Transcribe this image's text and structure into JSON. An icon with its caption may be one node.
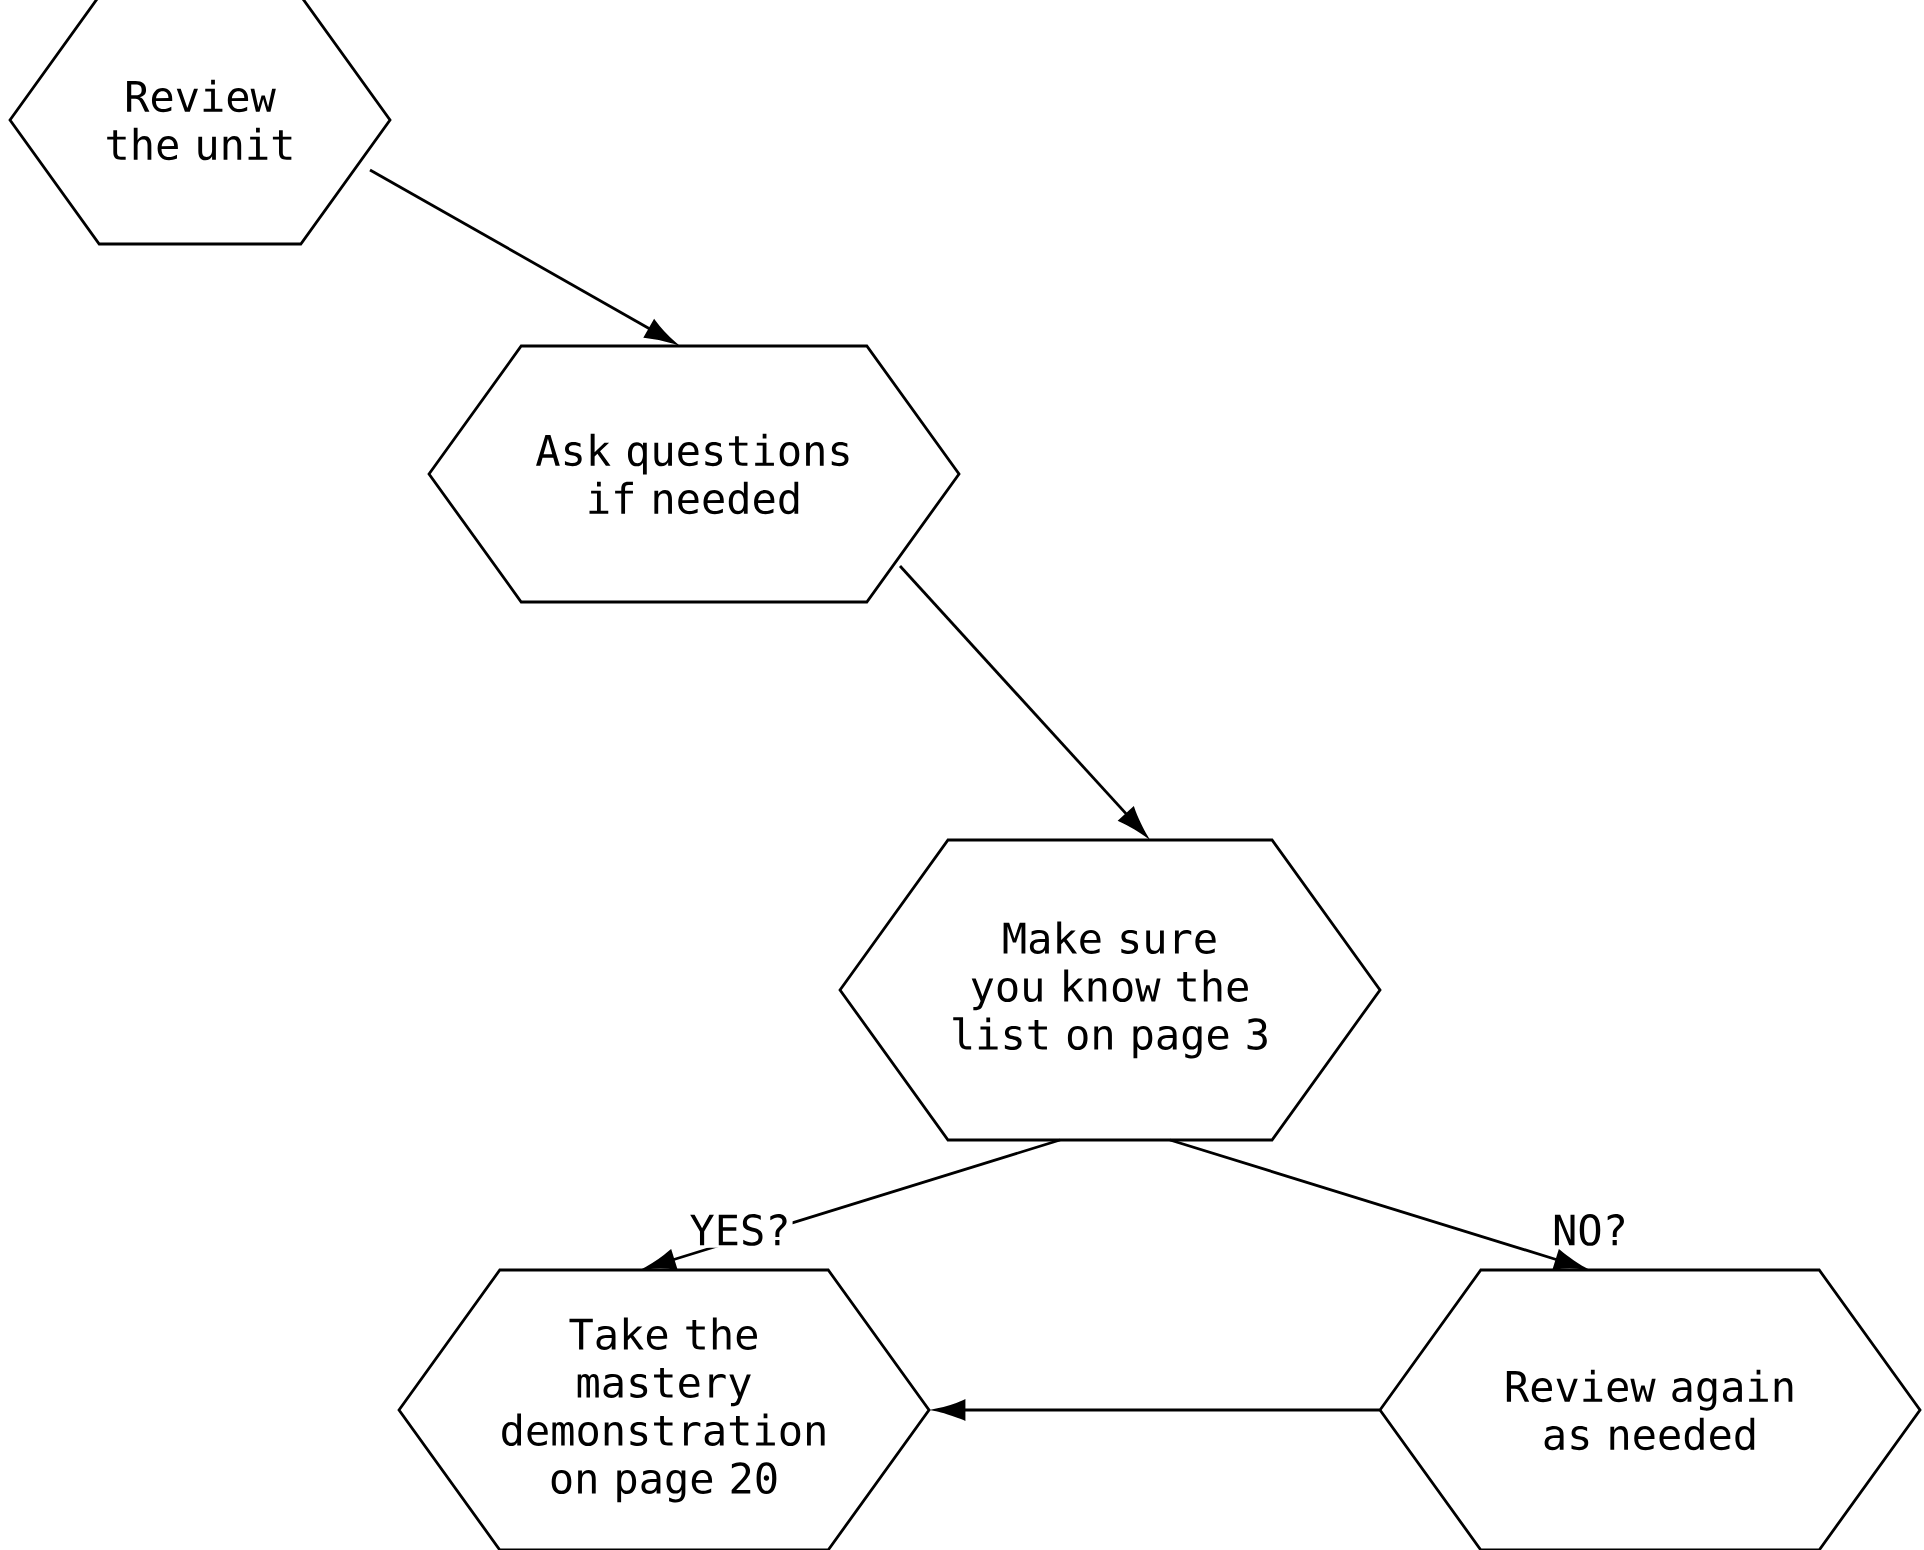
{
  "diagram": {
    "nodes": [
      {
        "text": [
          "Review the unit"
        ]
      },
      {
        "text": [
          "Ask questions if needed"
        ]
      },
      {
        "text": [
          "Make sure you know the list on page 3"
        ]
      },
      {
        "text": [
          "Take the mastery demonstration on page 20"
        ]
      },
      {
        "text": [
          "Review again as needed"
        ]
      }
    ],
    "edges": [
      {
        "from": 0,
        "to": 1,
        "arrow": "to"
      },
      {
        "from": 1,
        "to": 2,
        "arrow": "to"
      },
      {
        "from": 2,
        "to": 3,
        "arrow": "to",
        "label": "YES?"
      },
      {
        "from": 2,
        "to": 4,
        "arrow": "to",
        "label": "NO?"
      },
      {
        "from": 4,
        "to": 3,
        "arrow": "to"
      }
    ]
  }
}
